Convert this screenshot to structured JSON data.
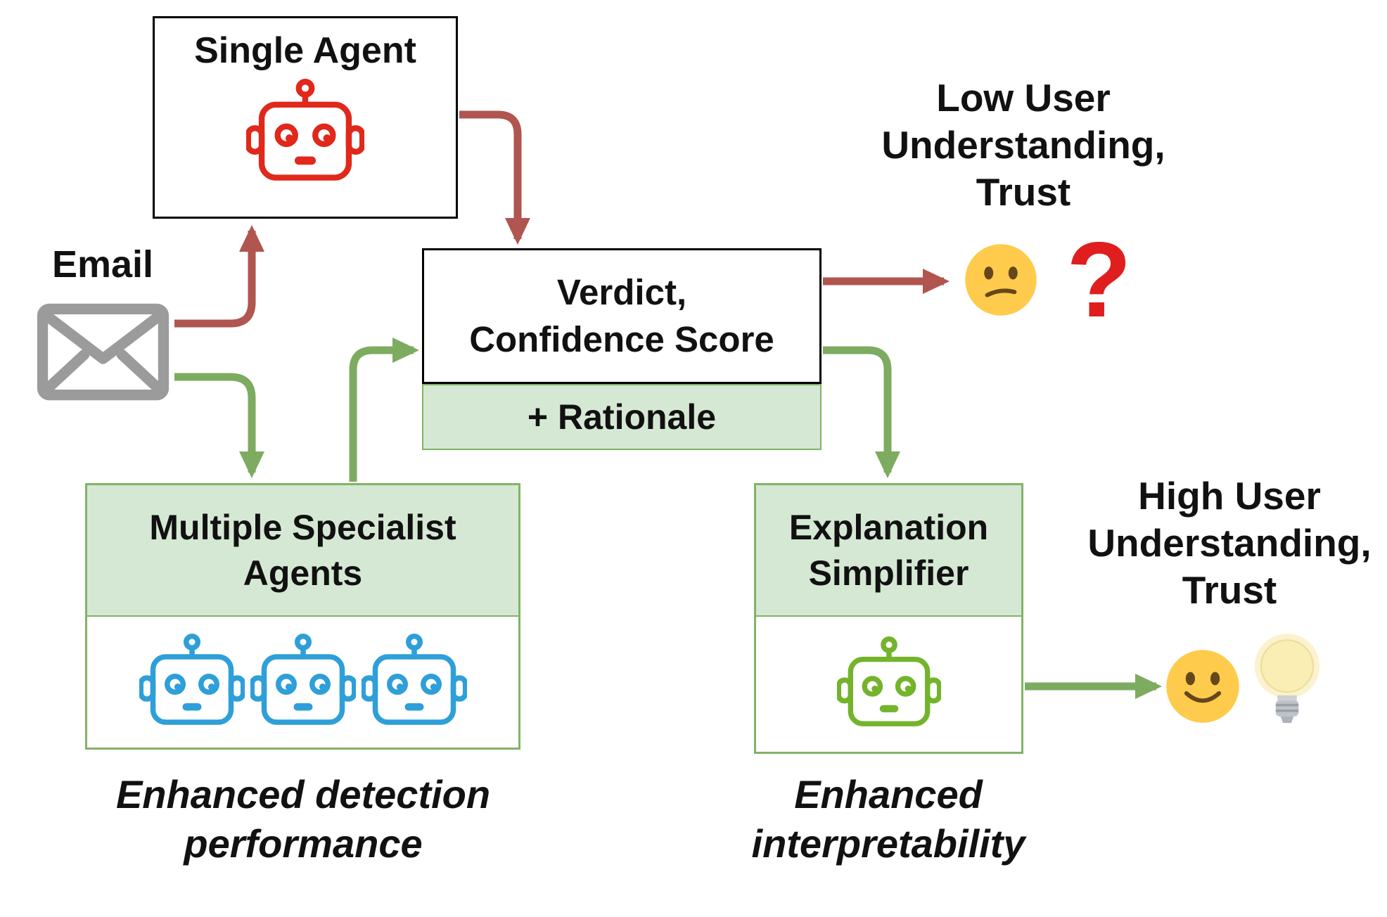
{
  "nodes": {
    "single_agent": {
      "title": "Single Agent"
    },
    "email": {
      "label": "Email"
    },
    "verdict": {
      "title": "Verdict,\nConfidence Score"
    },
    "rationale": {
      "label": "+ Rationale"
    },
    "specialists": {
      "title": "Multiple Specialist\nAgents",
      "caption": "Enhanced detection\nperformance"
    },
    "simplifier": {
      "title": "Explanation\nSimplifier",
      "caption": "Enhanced\ninterpretability"
    }
  },
  "outcomes": {
    "low_user": {
      "label": "Low User\nUnderstanding,\nTrust",
      "question_mark": "?"
    },
    "high_user": {
      "label": "High User\nUnderstanding,\nTrust"
    }
  },
  "icons": {
    "single_agent": "robot-icon",
    "specialists": "robot-icon",
    "simplifier": "robot-icon",
    "email": "envelope-icon",
    "low_user": "confused-face-emoji",
    "high_user": "smiling-face-emoji",
    "idea": "light-bulb-emoji"
  },
  "colors": {
    "single_agent_robot": "#e0281b",
    "specialist_robot": "#2e9fd9",
    "simplifier_robot": "#74b32c",
    "red_arrow": "#b0554f",
    "green_arrow": "#7dab60",
    "green_fill": "#d5e8d4",
    "green_border": "#82b366",
    "question_mark": "#e01e1e",
    "envelope": "#9b9b9b"
  }
}
